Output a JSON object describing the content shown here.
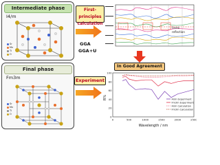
{
  "intermediate": {
    "title": "Intermediate phase",
    "space_group": "I4/m"
  },
  "final": {
    "title": "Final phase",
    "space_group": "Fm3m"
  },
  "methods": {
    "first_principles": "First-principles calculation",
    "functional_1": "GGA",
    "functional_2": "GGA+U",
    "agreement": "In Good Agreement",
    "experiment": "Experiment"
  },
  "band_plot": {
    "annotations": [
      "Fermi",
      "reflection"
    ],
    "colors": {
      "bands": [
        "#e0318a",
        "#3a6fd8",
        "#d8a400",
        "#38a04a"
      ]
    }
  },
  "legend_atoms": [
    {
      "label": "Sr",
      "color": "#3d62d1"
    },
    {
      "label": "Mn",
      "color": "#e86f2c"
    },
    {
      "label": "Ti",
      "color": "#8a8a8a"
    },
    {
      "label": "O",
      "color": "#c9a316"
    }
  ],
  "chart_data": {
    "type": "line",
    "xlabel": "Wavelength / nm",
    "ylabel": "R%",
    "xlim": [
      0,
      2500
    ],
    "ylim": [
      0,
      100
    ],
    "xticks": [
      0,
      500,
      1000,
      1500,
      2000,
      2500
    ],
    "yticks": [
      0,
      20,
      40,
      60,
      80,
      100
    ],
    "series": [
      {
        "name": "I4/m Experiment",
        "color": "#7a3fb5",
        "x": [
          300,
          400,
          500,
          700,
          1000,
          1200,
          1400,
          1600,
          1800,
          2000,
          2200,
          2500
        ],
        "y": [
          82,
          85,
          74,
          62,
          64,
          62,
          40,
          58,
          44,
          52,
          56,
          62
        ]
      },
      {
        "name": "Fm3m Experiment",
        "color": "#e0304a",
        "x": [
          300,
          400,
          500,
          700,
          1000,
          1200,
          1400,
          1600,
          1800,
          2000,
          2200,
          2500
        ],
        "y": [
          90,
          92,
          86,
          82,
          84,
          84,
          70,
          80,
          76,
          80,
          82,
          82
        ]
      },
      {
        "name": "I4/m Calculation",
        "color": "#ef6a8a",
        "x": [
          300,
          400,
          500,
          700,
          1000,
          1200,
          1400,
          1600,
          1800,
          2000,
          2200,
          2500
        ],
        "y": [
          93,
          95,
          94,
          92,
          90,
          90,
          90,
          91,
          92,
          93,
          93,
          94
        ]
      },
      {
        "name": "Fm3m Calculation",
        "color": "#b84a30",
        "x": [
          300,
          400,
          500,
          700,
          1000,
          1200,
          1400,
          1600,
          1800,
          2000,
          2200,
          2500
        ],
        "y": [
          94,
          96,
          95,
          94,
          93,
          93,
          93,
          94,
          94,
          95,
          95,
          95
        ]
      }
    ]
  }
}
